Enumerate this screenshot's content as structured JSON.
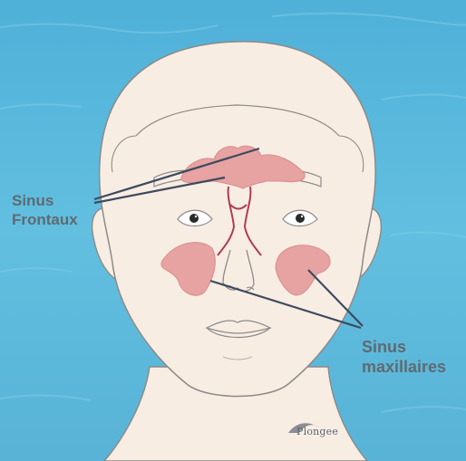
{
  "labels": {
    "frontal_sinus": "Sinus\nFrontaux",
    "maxillary_sinus": "Sinus\nmaxillaires"
  },
  "logo": {
    "text": "Plongee"
  },
  "colors": {
    "background": "#5bb6d8",
    "skin": "#f8ede3",
    "outline": "#8d8a88",
    "sinus_fill": "#e7a2a2",
    "sinus_stroke": "#d98c8c",
    "vessel": "#b23a4e",
    "pointer_line": "#3e4a60",
    "label_text": "#5f6a70"
  }
}
